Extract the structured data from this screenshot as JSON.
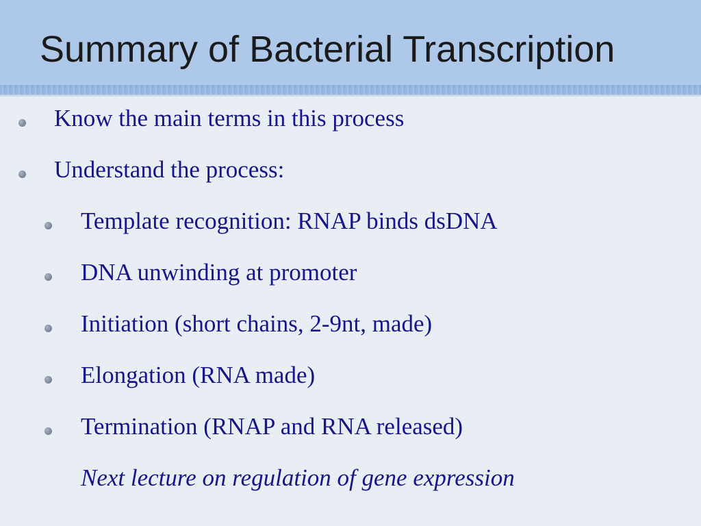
{
  "slide": {
    "title": "Summary of Bacterial Transcription"
  },
  "bullets": {
    "level1": [
      "Know the main terms in this process",
      "Understand the process:"
    ],
    "level2": [
      "Template recognition: RNAP binds dsDNA",
      "DNA unwinding at promoter",
      "Initiation (short chains, 2-9nt, made)",
      "Elongation (RNA made)",
      "Termination (RNAP and RNA released)"
    ]
  },
  "note": "Next lecture on regulation of gene expression",
  "colors": {
    "title_band": "#adc8e8",
    "background": "#e9eef4",
    "body_text": "#16168a",
    "title_text": "#1b1b1b",
    "bullet": "#7c889b"
  }
}
